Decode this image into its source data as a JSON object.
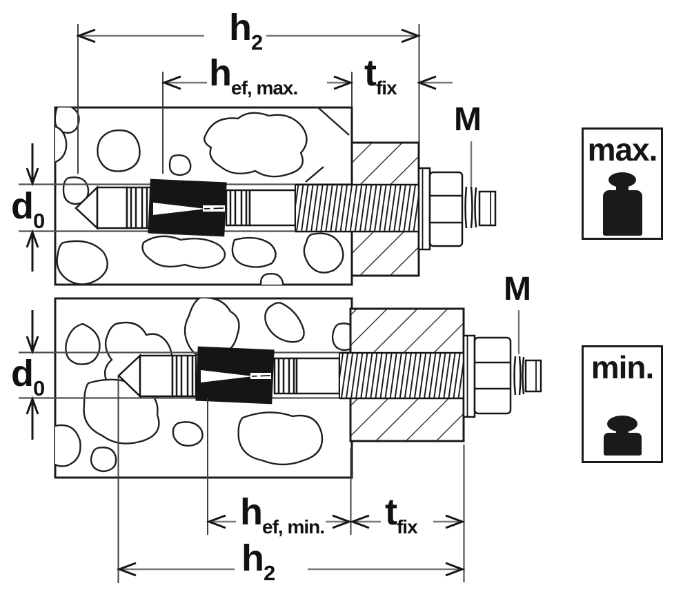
{
  "labels": {
    "h2_top": {
      "base": "h",
      "sub": "2"
    },
    "hef_max": {
      "base": "h",
      "sub": "ef, max."
    },
    "tfix_top": {
      "base": "t",
      "sub": "fix"
    },
    "m_top": "M",
    "d0_top": {
      "base": "d",
      "sub": "0"
    },
    "d0_bottom": {
      "base": "d",
      "sub": "0"
    },
    "hef_min": {
      "base": "h",
      "sub": "ef, min."
    },
    "tfix_bottom": {
      "base": "t",
      "sub": "fix"
    },
    "h2_bottom": {
      "base": "h",
      "sub": "2"
    },
    "m_bottom": "M"
  },
  "badges": {
    "max": {
      "label": "max."
    },
    "min": {
      "label": "min."
    }
  },
  "colors": {
    "ink": "#1a1a1a",
    "dimension_line": "#787878",
    "extension_line": "#3f3f3f",
    "hole_line": "#4f4f4f",
    "background": "#ffffff"
  }
}
